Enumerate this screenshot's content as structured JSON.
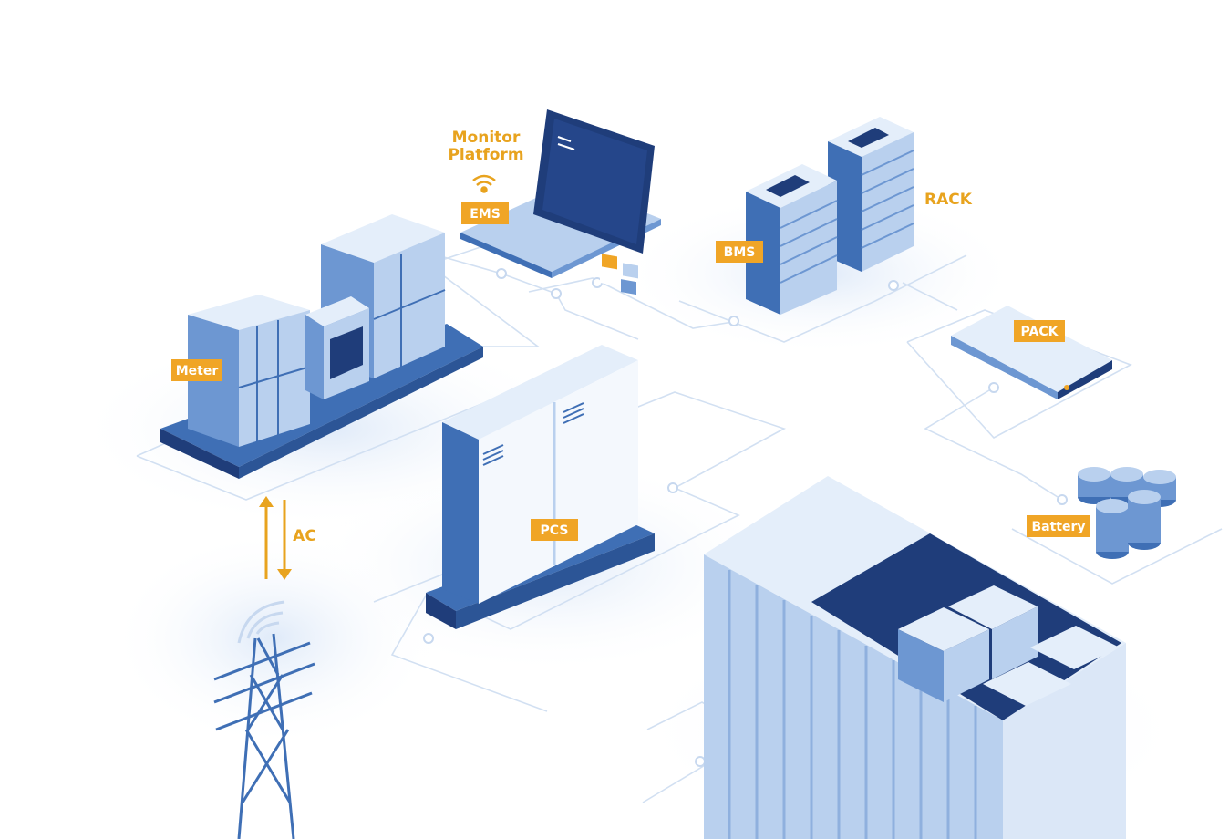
{
  "colors": {
    "accent": "#e8a31e",
    "tag": "#f0a526",
    "navy": "#1f3d7a",
    "blue": "#3f6fb5",
    "mid": "#6d97d2",
    "light": "#b9d0ee",
    "pale": "#e4eefa",
    "line": "#d2e0f2"
  },
  "labels": {
    "monitor": [
      "Monitor",
      "Platform"
    ],
    "ems": "EMS",
    "bms": "BMS",
    "rack": "RACK",
    "pack": "PACK",
    "meter": "Meter",
    "pcs": "PCS",
    "battery": "Battery",
    "ac": "AC"
  },
  "icons": {
    "wifi": "wifi-icon",
    "signal": "signal-waves-icon",
    "arrows": "bidirectional-arrow-icon"
  }
}
